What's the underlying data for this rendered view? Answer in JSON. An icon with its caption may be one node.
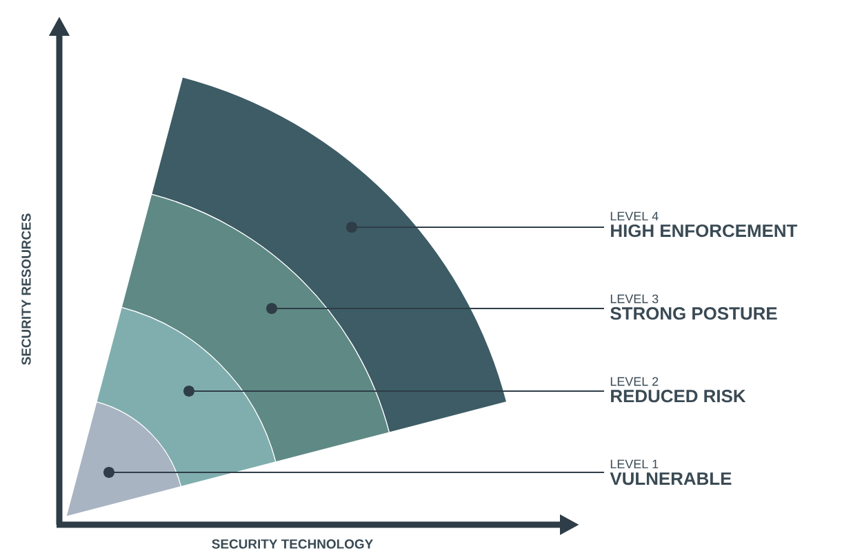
{
  "diagram": {
    "nodes": [
      {
        "text": [
          "LEVEL 4",
          "HIGH ENFORCEMENT"
        ]
      },
      {
        "text": [
          "LEVEL 3",
          "STRONG POSTURE"
        ]
      },
      {
        "text": [
          "LEVEL 2",
          "REDUCED RISK"
        ]
      },
      {
        "text": [
          "LEVEL 1",
          "VULNERABLE"
        ]
      },
      {
        "text": [],
        "shape": "band"
      },
      {
        "text": [],
        "shape": "band"
      },
      {
        "text": [],
        "shape": "band"
      },
      {
        "text": [],
        "shape": "band"
      }
    ],
    "edges": [
      {
        "from": 0,
        "to": 4,
        "arrow": "other"
      },
      {
        "from": 1,
        "to": 5,
        "arrow": "other"
      },
      {
        "from": 2,
        "to": 6,
        "arrow": "other"
      },
      {
        "from": 3,
        "to": 7,
        "arrow": "other"
      }
    ],
    "labels": [
      "SECURITY RESOURCES",
      "SECURITY TECHNOLOGY"
    ]
  }
}
